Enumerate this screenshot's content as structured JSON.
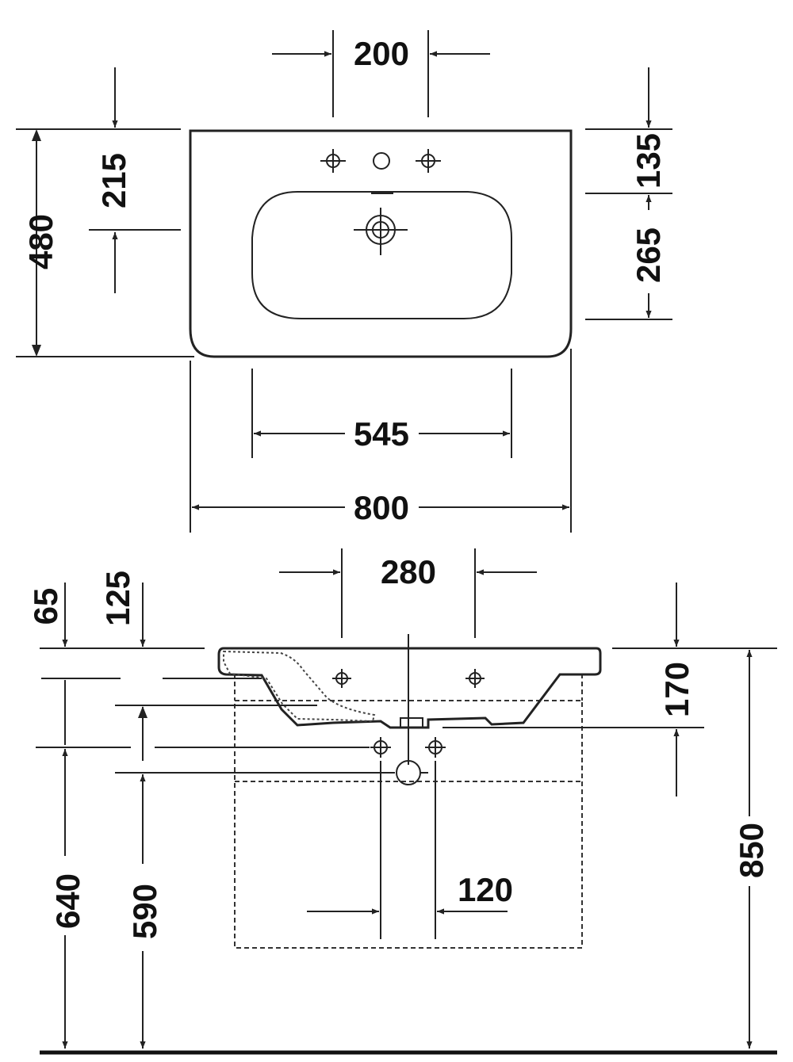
{
  "top_view": {
    "dimensions": {
      "tap_spacing": "200",
      "overall_width": "800",
      "basin_width": "545",
      "overall_depth": "480",
      "front_to_waste": "215",
      "back_to_taps": "135",
      "basin_depth": "265"
    }
  },
  "side_view": {
    "dimensions": {
      "rim_thickness": "65",
      "bowl_depth": "125",
      "tap_hole_spacing": "280",
      "waste_drop": "170",
      "supply_height": "640",
      "waste_height": "590",
      "rim_height": "850",
      "waste_pipe_spacing": "120"
    }
  }
}
